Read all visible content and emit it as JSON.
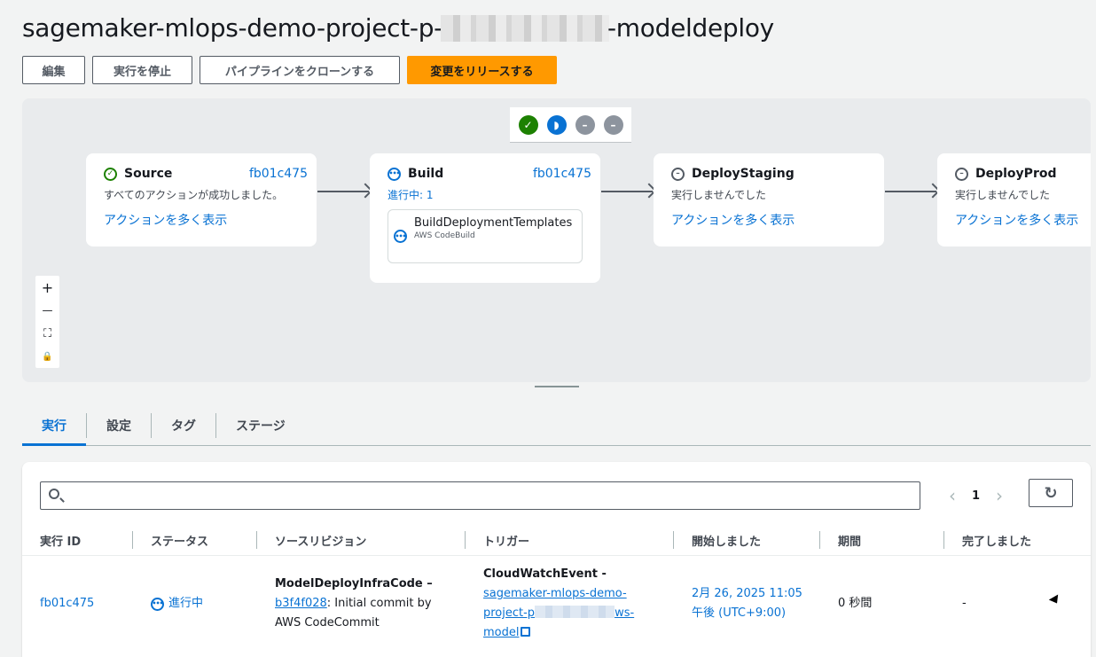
{
  "header": {
    "title_prefix": "sagemaker-mlops-demo-project-p-",
    "title_suffix": "-modeldeploy"
  },
  "actions": {
    "edit": "編集",
    "stop": "実行を停止",
    "clone": "パイプラインをクローンする",
    "release": "変更をリリースする"
  },
  "minimap": [
    {
      "status": "succeeded",
      "glyph": "✓"
    },
    {
      "status": "in-progress",
      "glyph": "◗"
    },
    {
      "status": "not-run",
      "glyph": "–"
    },
    {
      "status": "not-run",
      "glyph": "–"
    }
  ],
  "stages": [
    {
      "name": "Source",
      "revision": "fb01c475",
      "status_text": "すべてのアクションが成功しました。",
      "link": "アクションを多く表示"
    },
    {
      "name": "Build",
      "revision": "fb01c475",
      "status_text": "進行中: 1",
      "action_name": "BuildDeploymentTemplates",
      "action_provider": "AWS CodeBuild"
    },
    {
      "name": "DeployStaging",
      "status_text": "実行しませんでした",
      "link": "アクションを多く表示"
    },
    {
      "name": "DeployProd",
      "status_text": "実行しませんでした",
      "link": "アクションを多く表示"
    }
  ],
  "zoom": {
    "in": "+",
    "out": "—",
    "fit": "⛶",
    "lock": "🔒"
  },
  "tabs": [
    "実行",
    "設定",
    "タグ",
    "ステージ"
  ],
  "table": {
    "search_placeholder": "",
    "page": "1",
    "columns": [
      "実行 ID",
      "ステータス",
      "ソースリビジョン",
      "トリガー",
      "開始しました",
      "期間",
      "完了しました"
    ],
    "rows": [
      {
        "id": "fb01c475",
        "status": "進行中",
        "source_repo": "ModelDeployInfraCode –",
        "source_commit": "b3f4f028",
        "source_msg_1": ": Initial commit by",
        "source_msg_2": "AWS CodeCommit",
        "trigger_type": "CloudWatchEvent -",
        "trigger_line1": "sagemaker-mlops-demo-",
        "trigger_line2a": "project-p",
        "trigger_line2b": "ws-",
        "trigger_line3": "model",
        "started_1": "2月 26, 2025 11:05",
        "started_2": "午後 (UTC+9:00)",
        "duration": "0 秒間",
        "completed": "-"
      }
    ]
  },
  "colors": {
    "accent": "#0972d3",
    "primary_button": "#ff9900",
    "success": "#1d8102"
  }
}
